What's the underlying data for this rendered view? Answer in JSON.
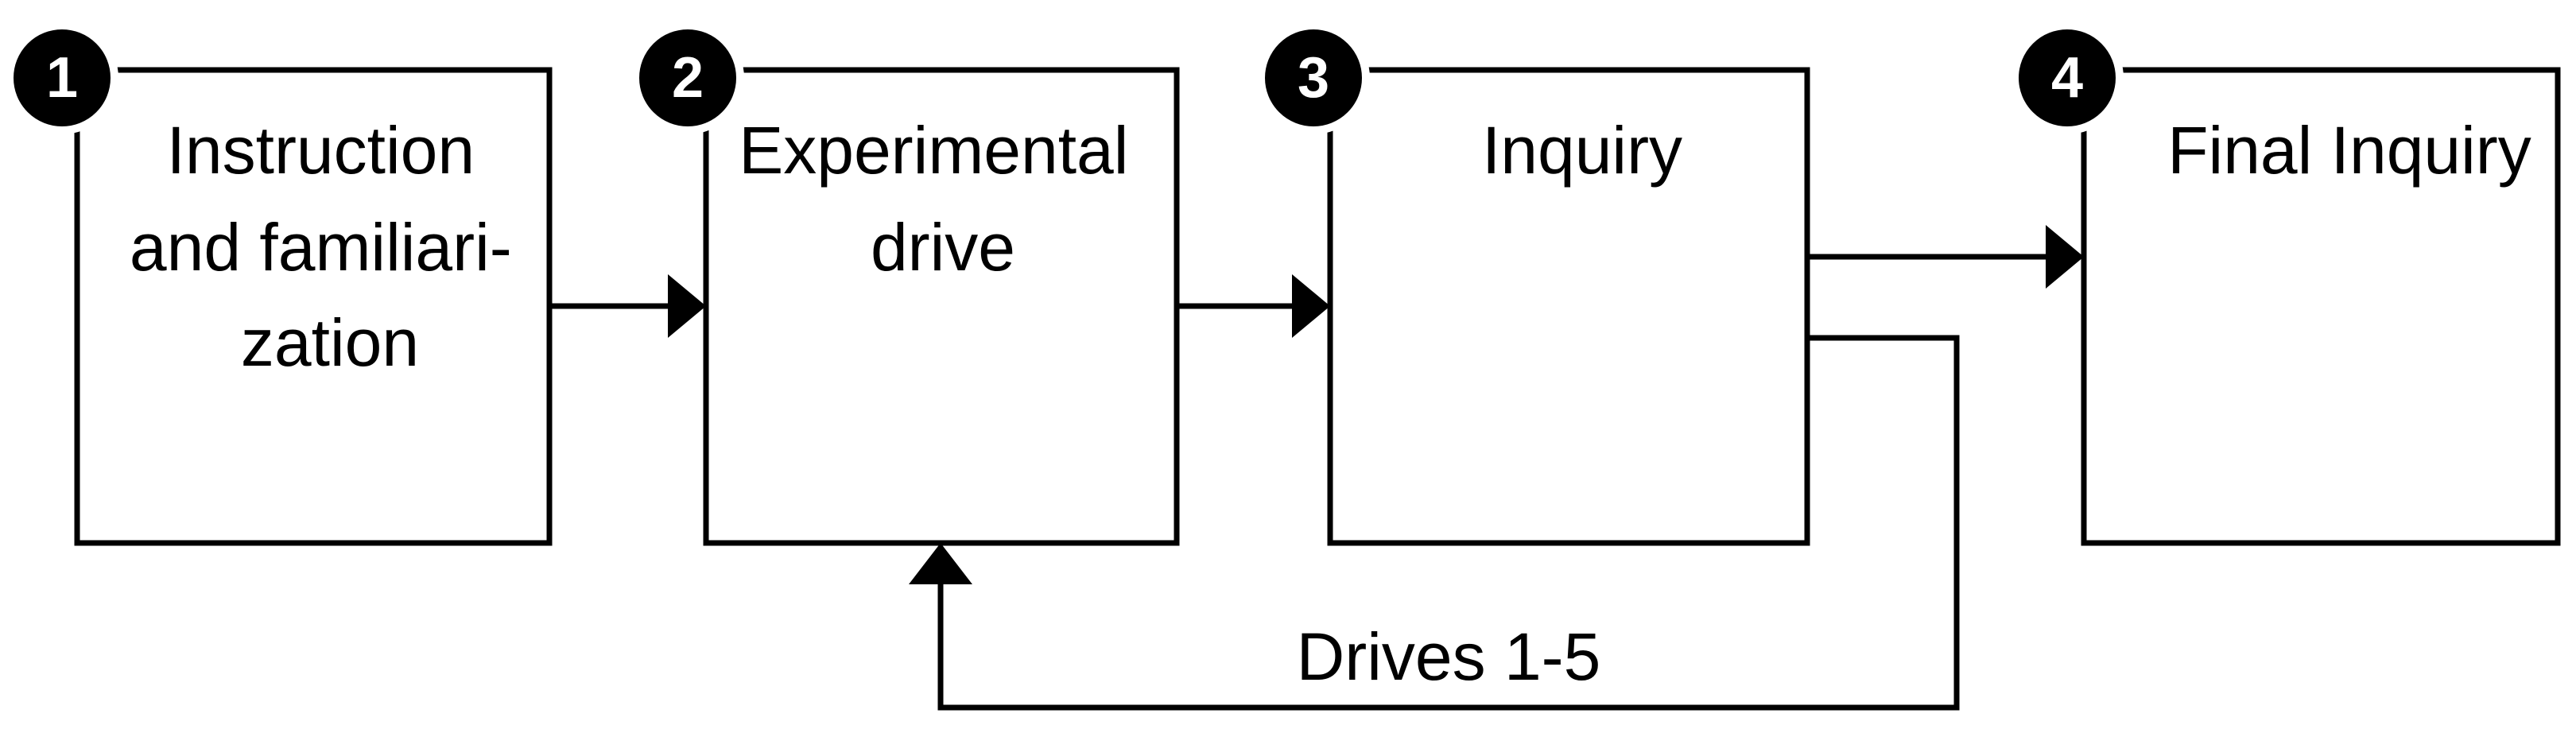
{
  "steps": [
    {
      "number": "1",
      "lines": [
        "Instruction",
        "and familiari-",
        "zation"
      ]
    },
    {
      "number": "2",
      "lines": [
        "Experimental",
        "drive"
      ]
    },
    {
      "number": "3",
      "lines": [
        "Inquiry"
      ]
    },
    {
      "number": "4",
      "lines": [
        "Final Inquiry"
      ]
    }
  ],
  "loop": {
    "label": "Drives 1-5"
  },
  "colors": {
    "stroke": "#000000",
    "badge_fill": "#000000",
    "badge_text": "#ffffff",
    "background": "#ffffff"
  }
}
